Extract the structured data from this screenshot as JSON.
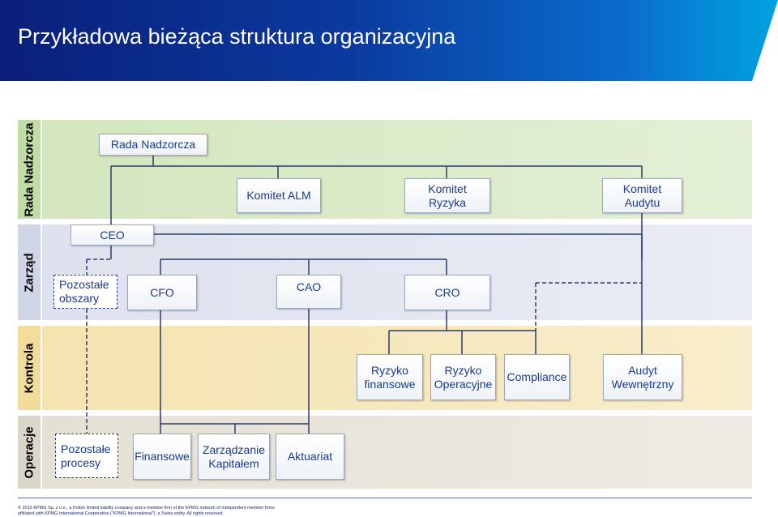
{
  "header": {
    "title": "Przykładowa bieżąca struktura organizacyjna"
  },
  "bands": {
    "rada": "Rada Nadzorcza",
    "zarzad": "Zarząd",
    "kontrola": "Kontrola",
    "operacje": "Operacje"
  },
  "boxes": {
    "rada_nadzorcza": "Rada Nadzorcza",
    "komitet_alm": "Komitet ALM",
    "komitet_ryzyka": "Komitet\nRyzyka",
    "komitet_audytu": "Komitet\nAudytu",
    "ceo": "CEO",
    "pozostale_obszary": "Pozostałe\nobszary",
    "cfo": "CFO",
    "cao": "CAO",
    "cro": "CRO",
    "ryzyko_finansowe": "Ryzyko\nfinansowe",
    "ryzyko_operacyjne": "Ryzyko\nOperacyjne",
    "compliance": "Compliance",
    "audyt_wewnetrzny": "Audyt\nWewnętrzny",
    "pozostale_procesy": "Pozostałe\nprocesy",
    "finansowe": "Finansowe",
    "zarzadzanie_kapitalem": "Zarządzanie\nKapitałem",
    "aktuariat": "Aktuariat"
  },
  "colors": {
    "rada_bg": "#d8e9c4",
    "zarzad_bg": "#e3e7f0",
    "kontrola_bg": "#f7eac0",
    "operacje_bg": "#e8e4da",
    "box_text": "#1a3a8a"
  },
  "footer": {
    "line1": "© 2015 KPMG Sp. z o.o., a Polish limited liability company and a member firm of the KPMG network of independent member firms",
    "line2": "affiliated with KPMG International Cooperative (\"KPMG International\"), a Swiss entity. All rights reserved."
  }
}
